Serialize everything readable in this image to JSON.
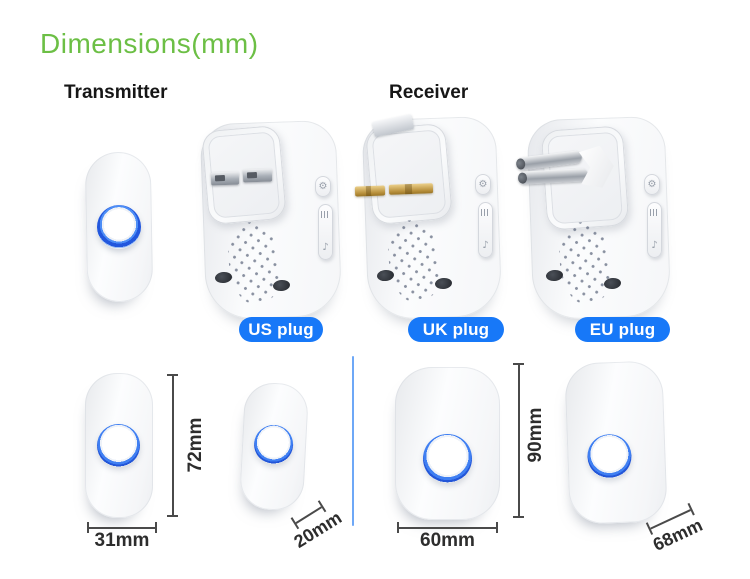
{
  "title": {
    "text": "Dimensions(mm)"
  },
  "labels": {
    "transmitter": "Transmitter",
    "receiver": "Receiver"
  },
  "plug_badges": [
    {
      "label": "US plug"
    },
    {
      "label": "UK plug"
    },
    {
      "label": "EU plug"
    }
  ],
  "dimensions": {
    "transmitter": {
      "height": "72mm",
      "width": "31mm",
      "depth": "20mm"
    },
    "receiver": {
      "height": "90mm",
      "width": "60mm",
      "depth": "68mm"
    }
  },
  "icons": {
    "gear": "⚙",
    "melody": "♪"
  },
  "colors": {
    "accent_green": "#6cbf45",
    "badge_blue": "#1778f8",
    "ring_blue": "#2a5fe0",
    "divider_blue": "#6ea8f7",
    "dimension_line": "#4a4a4a",
    "label_text": "#161616"
  }
}
